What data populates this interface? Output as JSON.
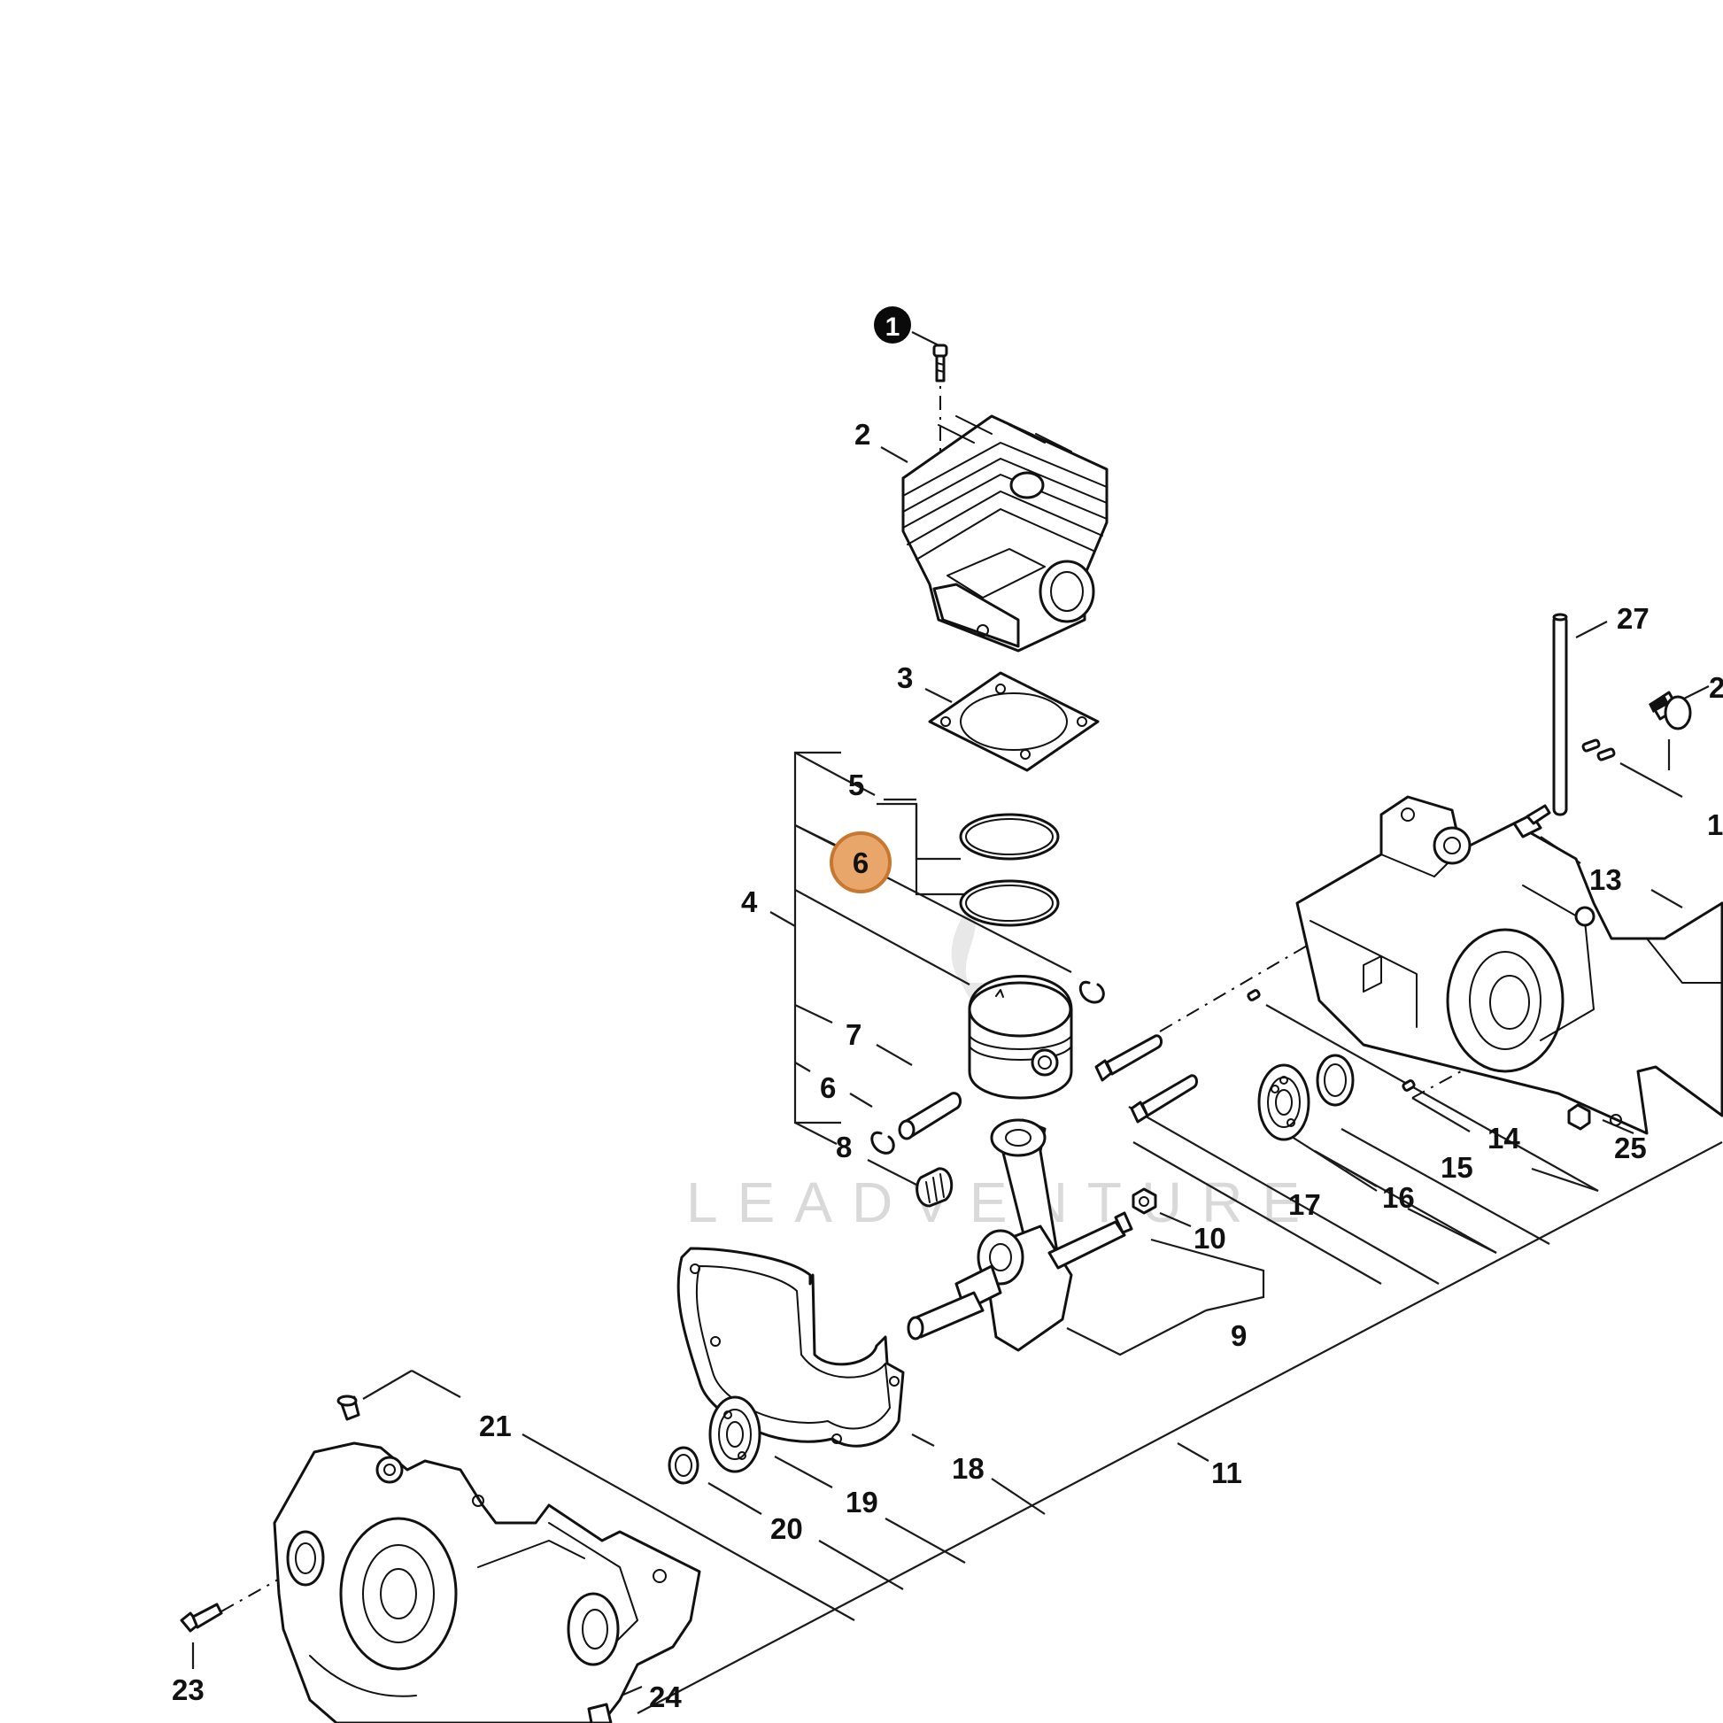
{
  "diagram": {
    "watermark": "LEADVENTURE",
    "badge_note": "1",
    "highlight_color": "#e8a66a",
    "highlight_ring_color": "#c9762e",
    "callouts": {
      "c2": "2",
      "c3": "3",
      "c4": "4",
      "c5": "5",
      "c6a": "6",
      "c6b": "6",
      "c7": "7",
      "c8": "8",
      "c9": "9",
      "c10": "10",
      "c11": "11",
      "c13": "13",
      "c14": "14",
      "c15": "15",
      "c16": "16",
      "c17": "17",
      "c18": "18",
      "c19": "19",
      "c20": "20",
      "c21": "21",
      "c23": "23",
      "c24": "24",
      "c25": "25",
      "c27": "27",
      "c_edge_2": "2",
      "c_edge_1": "1"
    },
    "highlighted_callout": "6"
  }
}
